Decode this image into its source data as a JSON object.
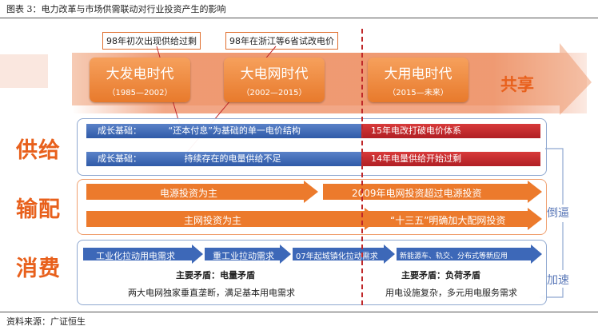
{
  "caption": "图表 3：电力改革与市场供需联动对行业投资产生的影响",
  "source": "资料来源：广证恒生",
  "notes": [
    "98年初次出现供给过剩",
    "98年在浙江等6省试改电价"
  ],
  "eras": [
    {
      "title": "大发电时代",
      "years": "（1985—2002）"
    },
    {
      "title": "大电网时代",
      "years": "（2002—2015）"
    },
    {
      "title": "大用电时代",
      "years": "（2015—未来）"
    }
  ],
  "share": "共享",
  "sides": {
    "supply": "供给",
    "transmission": "输配",
    "consumption": "消费"
  },
  "supply": {
    "row1": {
      "label": "成长基础：",
      "text": "“还本付息”为基础的单一电价结构",
      "red": "15年电改打破电价体系"
    },
    "row2": {
      "label": "成长基础：",
      "text": "持续存在的电量供给不足",
      "red": "14年电量供给开始过剩"
    }
  },
  "transmission": {
    "row1a": "电源投资为主",
    "row1b": "2009年电网投资超过电源投资",
    "row2a": "主网投资为主",
    "row2b": "“十三五”明确加大配网投资"
  },
  "consumption": {
    "a1": "工业化拉动用电需求",
    "a2": "重工业拉动需求",
    "a3": "07年起城镇化拉动需求",
    "a4": "新能源车、轨交、分布式等新应用",
    "left_main": "主要矛盾：电量矛盾",
    "right_main": "主要矛盾：负荷矛盾",
    "left_sub": "两大电网独家垂直垄断，满足基本用电需求",
    "right_sub": "用电设施复杂，多元用电服务需求"
  },
  "right_labels": {
    "force": "倒逼",
    "speed": "加速"
  },
  "colors": {
    "accent": "#e8601c",
    "blue": "#2f5aa8",
    "red": "#b01f24"
  }
}
